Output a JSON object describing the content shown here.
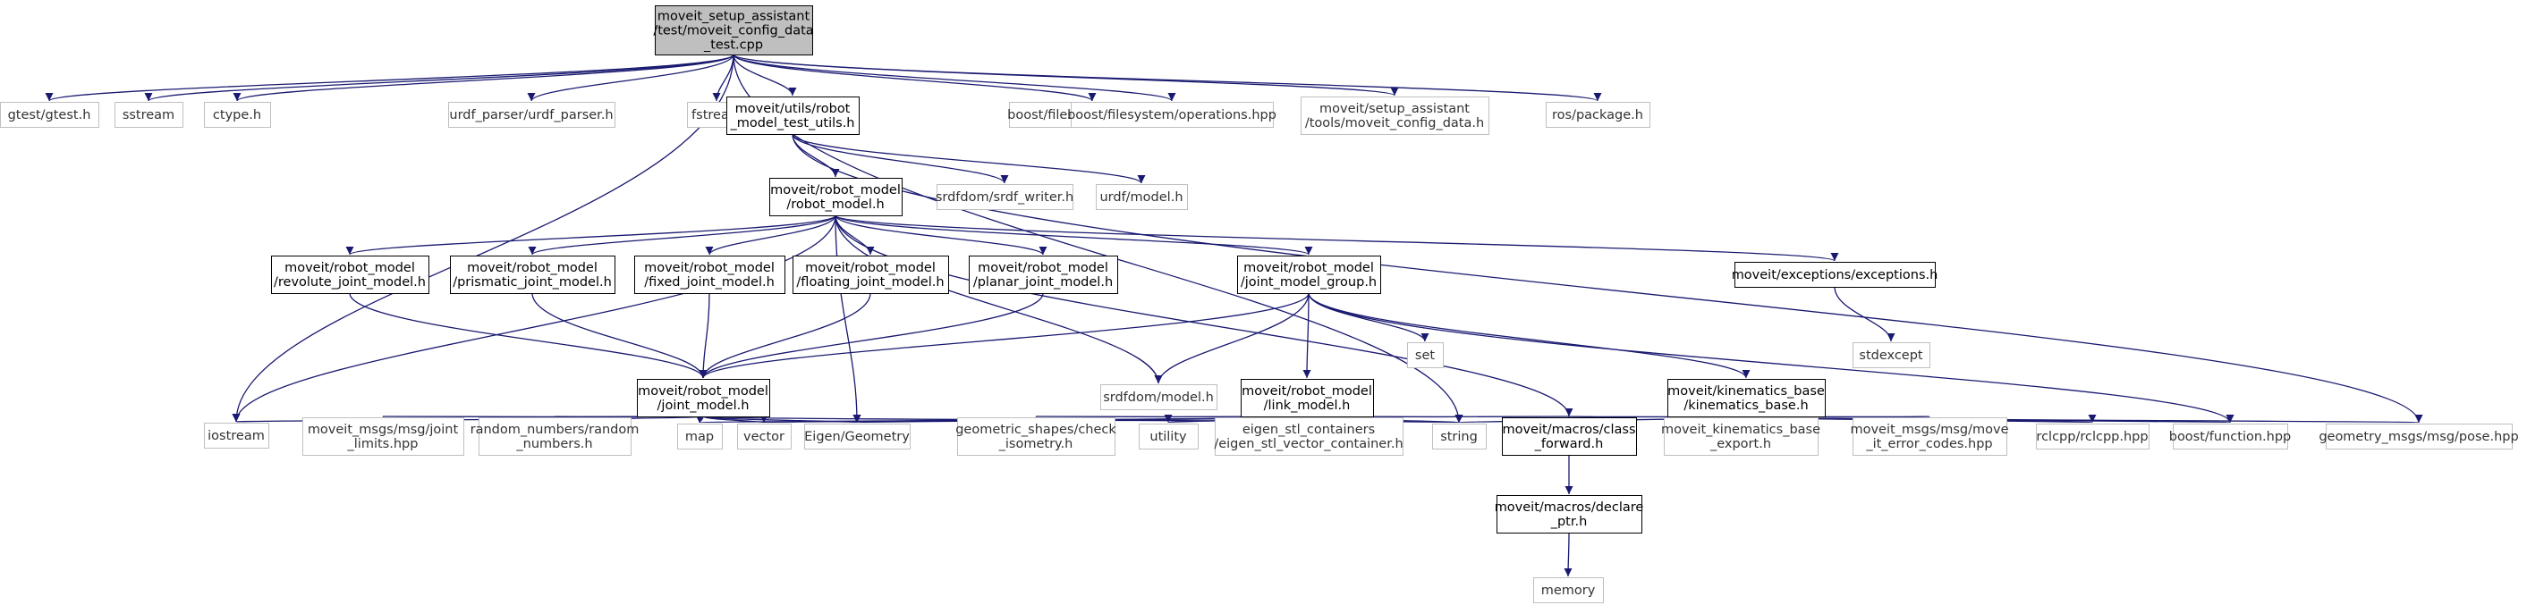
{
  "colors": {
    "edge": "#191970",
    "root_fill": "#bfbfbf",
    "node_border": "#000000",
    "external_border": "#bfbfbf"
  },
  "nodes": [
    {
      "id": "root",
      "lines": [
        "moveit_setup_assistant",
        "/test/moveit_config_data",
        "_test.cpp"
      ],
      "kind": "root"
    },
    {
      "id": "gtest",
      "lines": [
        "gtest/gtest.h"
      ],
      "kind": "external"
    },
    {
      "id": "sstream",
      "lines": [
        "sstream"
      ],
      "kind": "external"
    },
    {
      "id": "ctype",
      "lines": [
        "ctype.h"
      ],
      "kind": "external"
    },
    {
      "id": "urdf_parser",
      "lines": [
        "urdf_parser/urdf_parser.h"
      ],
      "kind": "external"
    },
    {
      "id": "fstream",
      "lines": [
        "fstream"
      ],
      "kind": "external"
    },
    {
      "id": "robot_model_test_utils",
      "lines": [
        "moveit/utils/robot",
        "_model_test_utils.h"
      ],
      "kind": "internal"
    },
    {
      "id": "fs_path",
      "lines": [
        "boost/filesystem/path.hpp"
      ],
      "kind": "external"
    },
    {
      "id": "fs_ops",
      "lines": [
        "boost/filesystem/operations.hpp"
      ],
      "kind": "external"
    },
    {
      "id": "moveit_config_data",
      "lines": [
        "moveit/setup_assistant",
        "/tools/moveit_config_data.h"
      ],
      "kind": "external"
    },
    {
      "id": "ros_package",
      "lines": [
        "ros/package.h"
      ],
      "kind": "external"
    },
    {
      "id": "robot_model",
      "lines": [
        "moveit/robot_model",
        "/robot_model.h"
      ],
      "kind": "internal"
    },
    {
      "id": "srdf_writer",
      "lines": [
        "srdfdom/srdf_writer.h"
      ],
      "kind": "external"
    },
    {
      "id": "urdf_model",
      "lines": [
        "urdf/model.h"
      ],
      "kind": "external"
    },
    {
      "id": "revolute",
      "lines": [
        "moveit/robot_model",
        "/revolute_joint_model.h"
      ],
      "kind": "internal"
    },
    {
      "id": "prismatic",
      "lines": [
        "moveit/robot_model",
        "/prismatic_joint_model.h"
      ],
      "kind": "internal"
    },
    {
      "id": "fixed",
      "lines": [
        "moveit/robot_model",
        "/fixed_joint_model.h"
      ],
      "kind": "internal"
    },
    {
      "id": "floating",
      "lines": [
        "moveit/robot_model",
        "/floating_joint_model.h"
      ],
      "kind": "internal"
    },
    {
      "id": "planar",
      "lines": [
        "moveit/robot_model",
        "/planar_joint_model.h"
      ],
      "kind": "internal"
    },
    {
      "id": "jmg",
      "lines": [
        "moveit/robot_model",
        "/joint_model_group.h"
      ],
      "kind": "internal"
    },
    {
      "id": "exceptions",
      "lines": [
        "moveit/exceptions/exceptions.h"
      ],
      "kind": "internal"
    },
    {
      "id": "stdexcept",
      "lines": [
        "stdexcept"
      ],
      "kind": "external"
    },
    {
      "id": "joint_model",
      "lines": [
        "moveit/robot_model",
        "/joint_model.h"
      ],
      "kind": "internal"
    },
    {
      "id": "srdf_model",
      "lines": [
        "srdfdom/model.h"
      ],
      "kind": "external"
    },
    {
      "id": "set",
      "lines": [
        "set"
      ],
      "kind": "external"
    },
    {
      "id": "link_model",
      "lines": [
        "moveit/robot_model",
        "/link_model.h"
      ],
      "kind": "internal"
    },
    {
      "id": "kinematics_base",
      "lines": [
        "moveit/kinematics_base",
        "/kinematics_base.h"
      ],
      "kind": "internal"
    },
    {
      "id": "iostream",
      "lines": [
        "iostream"
      ],
      "kind": "external"
    },
    {
      "id": "joint_limits",
      "lines": [
        "moveit_msgs/msg/joint",
        "_limits.hpp"
      ],
      "kind": "external"
    },
    {
      "id": "random_numbers",
      "lines": [
        "random_numbers/random",
        "_numbers.h"
      ],
      "kind": "external"
    },
    {
      "id": "map",
      "lines": [
        "map"
      ],
      "kind": "external"
    },
    {
      "id": "vector",
      "lines": [
        "vector"
      ],
      "kind": "external"
    },
    {
      "id": "eigen",
      "lines": [
        "Eigen/Geometry"
      ],
      "kind": "external"
    },
    {
      "id": "check_isometry",
      "lines": [
        "geometric_shapes/check",
        "_isometry.h"
      ],
      "kind": "external"
    },
    {
      "id": "utility",
      "lines": [
        "utility"
      ],
      "kind": "external"
    },
    {
      "id": "eigen_stl",
      "lines": [
        "eigen_stl_containers",
        "/eigen_stl_vector_container.h"
      ],
      "kind": "external"
    },
    {
      "id": "string",
      "lines": [
        "string"
      ],
      "kind": "external"
    },
    {
      "id": "class_forward",
      "lines": [
        "moveit/macros/class",
        "_forward.h"
      ],
      "kind": "internal"
    },
    {
      "id": "kb_export",
      "lines": [
        "moveit_kinematics_base",
        "_export.h"
      ],
      "kind": "external"
    },
    {
      "id": "move_it_error_codes",
      "lines": [
        "moveit_msgs/msg/move",
        "_it_error_codes.hpp"
      ],
      "kind": "external"
    },
    {
      "id": "rclcpp",
      "lines": [
        "rclcpp/rclcpp.hpp"
      ],
      "kind": "external"
    },
    {
      "id": "boost_function",
      "lines": [
        "boost/function.hpp"
      ],
      "kind": "external"
    },
    {
      "id": "pose",
      "lines": [
        "geometry_msgs/msg/pose.hpp"
      ],
      "kind": "external"
    },
    {
      "id": "declare_ptr",
      "lines": [
        "moveit/macros/declare",
        "_ptr.h"
      ],
      "kind": "internal"
    },
    {
      "id": "memory",
      "lines": [
        "memory"
      ],
      "kind": "external"
    }
  ],
  "edges": [
    [
      "root",
      "gtest"
    ],
    [
      "root",
      "sstream"
    ],
    [
      "root",
      "ctype"
    ],
    [
      "root",
      "urdf_parser"
    ],
    [
      "root",
      "fstream"
    ],
    [
      "root",
      "robot_model_test_utils"
    ],
    [
      "root",
      "fs_path"
    ],
    [
      "root",
      "fs_ops"
    ],
    [
      "root",
      "moveit_config_data"
    ],
    [
      "root",
      "ros_package"
    ],
    [
      "root",
      "iostream"
    ],
    [
      "root",
      "string"
    ],
    [
      "robot_model_test_utils",
      "robot_model"
    ],
    [
      "robot_model_test_utils",
      "srdf_writer"
    ],
    [
      "robot_model_test_utils",
      "urdf_model"
    ],
    [
      "robot_model_test_utils",
      "pose"
    ],
    [
      "robot_model",
      "iostream"
    ],
    [
      "robot_model",
      "revolute"
    ],
    [
      "robot_model",
      "prismatic"
    ],
    [
      "robot_model",
      "fixed"
    ],
    [
      "robot_model",
      "floating"
    ],
    [
      "robot_model",
      "planar"
    ],
    [
      "robot_model",
      "jmg"
    ],
    [
      "robot_model",
      "exceptions"
    ],
    [
      "robot_model",
      "srdf_model"
    ],
    [
      "robot_model",
      "eigen"
    ],
    [
      "robot_model",
      "class_forward"
    ],
    [
      "revolute",
      "joint_model"
    ],
    [
      "prismatic",
      "joint_model"
    ],
    [
      "fixed",
      "joint_model"
    ],
    [
      "floating",
      "joint_model"
    ],
    [
      "planar",
      "joint_model"
    ],
    [
      "jmg",
      "joint_model"
    ],
    [
      "jmg",
      "srdf_model"
    ],
    [
      "jmg",
      "set"
    ],
    [
      "jmg",
      "link_model"
    ],
    [
      "jmg",
      "kinematics_base"
    ],
    [
      "jmg",
      "boost_function"
    ],
    [
      "exceptions",
      "stdexcept"
    ],
    [
      "joint_model",
      "iostream"
    ],
    [
      "joint_model",
      "joint_limits"
    ],
    [
      "joint_model",
      "random_numbers"
    ],
    [
      "joint_model",
      "map"
    ],
    [
      "joint_model",
      "vector"
    ],
    [
      "joint_model",
      "eigen"
    ],
    [
      "joint_model",
      "string"
    ],
    [
      "link_model",
      "map"
    ],
    [
      "link_model",
      "vector"
    ],
    [
      "link_model",
      "eigen"
    ],
    [
      "link_model",
      "check_isometry"
    ],
    [
      "link_model",
      "utility"
    ],
    [
      "link_model",
      "eigen_stl"
    ],
    [
      "link_model",
      "string"
    ],
    [
      "link_model",
      "class_forward"
    ],
    [
      "kinematics_base",
      "string"
    ],
    [
      "kinematics_base",
      "class_forward"
    ],
    [
      "kinematics_base",
      "kb_export"
    ],
    [
      "kinematics_base",
      "move_it_error_codes"
    ],
    [
      "kinematics_base",
      "rclcpp"
    ],
    [
      "kinematics_base",
      "boost_function"
    ],
    [
      "kinematics_base",
      "pose"
    ],
    [
      "class_forward",
      "declare_ptr"
    ],
    [
      "declare_ptr",
      "memory"
    ]
  ]
}
